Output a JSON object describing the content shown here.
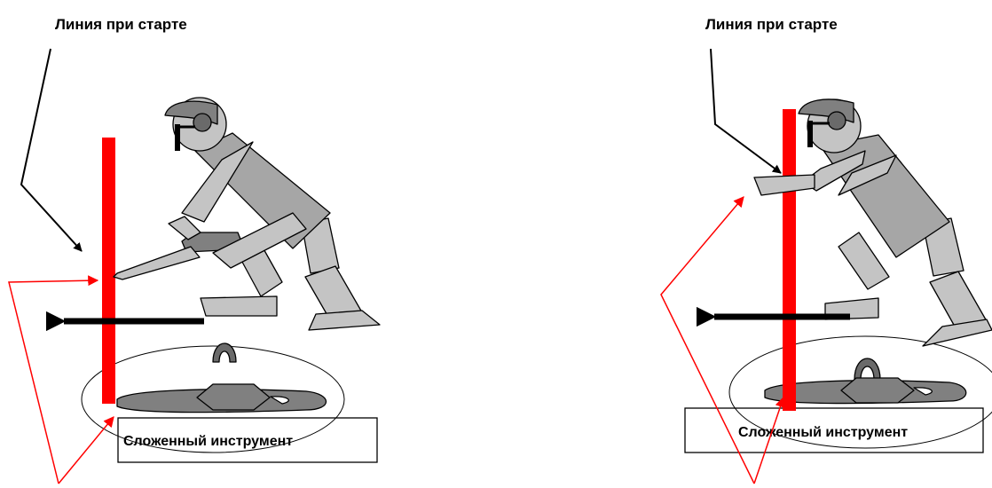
{
  "panels": [
    {
      "title": "Линия при старте",
      "box_label": "Сложенный инструмент"
    },
    {
      "title": "Линия при старте",
      "box_label": "Сложенный инструмент"
    }
  ],
  "colors": {
    "start_line": "#ff0000",
    "pointer_arrows": "#ff0000",
    "direction_arrow": "#000000",
    "figure_fill": "#c4c4c4"
  }
}
